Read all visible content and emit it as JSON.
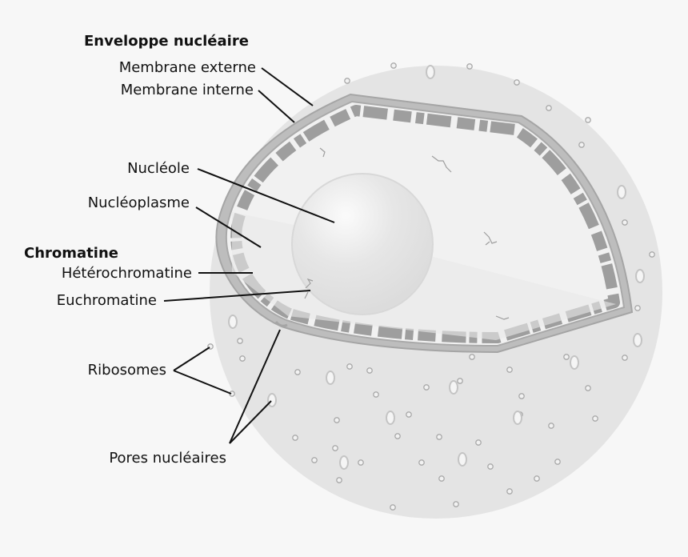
{
  "labels": {
    "envelope_heading": "Enveloppe nucléaire",
    "outer_membrane": "Membrane externe",
    "inner_membrane": "Membrane interne",
    "nucleolus": "Nucléole",
    "nucleoplasm": "Nucléoplasme",
    "chromatin_heading": "Chromatine",
    "heterochromatin": "Hétérochromatine",
    "euchromatin": "Euchromatine",
    "ribosomes": "Ribosomes",
    "nuclear_pores": "Pores nucléaires"
  },
  "colors": {
    "background": "#f7f7f7",
    "cytoplasm": "#e4e4e4",
    "nucleoplasm": "#f1f1f1",
    "membrane": "#a9a9a9",
    "chromatin": "#9e9e9e",
    "leader_line": "#111111"
  }
}
